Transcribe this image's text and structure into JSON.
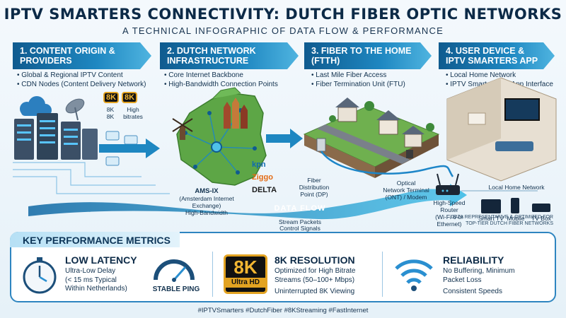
{
  "title": "IPTV SMARTERS CONNECTIVITY: DUTCH FIBER OPTIC NETWORKS",
  "subtitle": "A TECHNICAL INFOGRAPHIC OF DATA FLOW & PERFORMANCE",
  "stages": [
    {
      "heading": "1. CONTENT ORIGIN & PROVIDERS",
      "bullets": [
        "Global & Regional IPTV Content",
        "CDN Nodes (Content Delivery Network)"
      ]
    },
    {
      "heading": "2. DUTCH NETWORK INFRASTRUCTURE",
      "bullets": [
        "Core Internet Backbone",
        "High-Bandwidth Connection Points"
      ]
    },
    {
      "heading": "3. FIBER TO THE HOME (FTTH)",
      "bullets": [
        "Last Mile Fiber Access",
        "Fiber Termination Unit (FTU)"
      ]
    },
    {
      "heading": "4. USER DEVICE & IPTV SMARTERS APP",
      "bullets": [
        "Local Home Network",
        "IPTV Smarters Pro App Interface"
      ]
    }
  ],
  "origin": {
    "badge1": "8K",
    "badge2": "8K",
    "label1": "8K",
    "label1b": "8K",
    "label2": "High",
    "label2b": "bitrates"
  },
  "network": {
    "amsix_line1": "AMS-IX",
    "amsix_line2": "(Amsterdam Internet",
    "amsix_line3": "Exchange)",
    "amsix_line4": "High-Bandwidth",
    "providers": [
      "kpn",
      "Ziggo",
      "DELTA"
    ]
  },
  "ftth": {
    "dp_line1": "Fiber",
    "dp_line2": "Distribution",
    "dp_line3": "Point (DP)",
    "ont_line1": "Optical",
    "ont_line2": "Network Terminal",
    "ont_line3": "(ONT) / Modem"
  },
  "home": {
    "router_line1": "High-Speed",
    "router_line2": "Router",
    "router_line3": "(Wi-Fi 6 or",
    "router_line4": "Ethernet)",
    "lan_label": "Local Home Network",
    "devices": [
      "Smart TV",
      "Mobile",
      "TV Box"
    ]
  },
  "dataflow": {
    "label": "DATA FLOW",
    "sub1": "Stream Packets",
    "sub2": "Control Signals"
  },
  "note_line1": "DATA REPRESENTATIVE & OPTIMIZED FOR",
  "note_line2": "TOP-TIER DUTCH FIBER NETWORKS",
  "metrics": {
    "heading": "KEY PERFORMANCE METRICS",
    "latency": {
      "title": "LOW LATENCY",
      "line1": "Ultra-Low Delay",
      "line2": "(< 15 ms Typical",
      "line3": "Within Netherlands)",
      "gauge": "STABLE PING"
    },
    "resolution": {
      "title": "8K RESOLUTION",
      "badge_big": "8K",
      "badge_small": "Ultra HD",
      "line1": "Optimized for High Bitrate",
      "line2": "Streams (50–100+ Mbps)",
      "line3": "Uninterrupted 8K Viewing"
    },
    "reliability": {
      "title": "RELIABILITY",
      "line1": "No Buffering, Minimum",
      "line2": "Packet Loss",
      "line3": "Consistent Speeds"
    }
  },
  "hashtags": "#IPTVSmarters #DutchFiber #8KStreaming #FastInternet",
  "colors": {
    "accent": "#1e87c1",
    "dark": "#0c2a47",
    "gold": "#e3a321",
    "land": "#5da646"
  }
}
